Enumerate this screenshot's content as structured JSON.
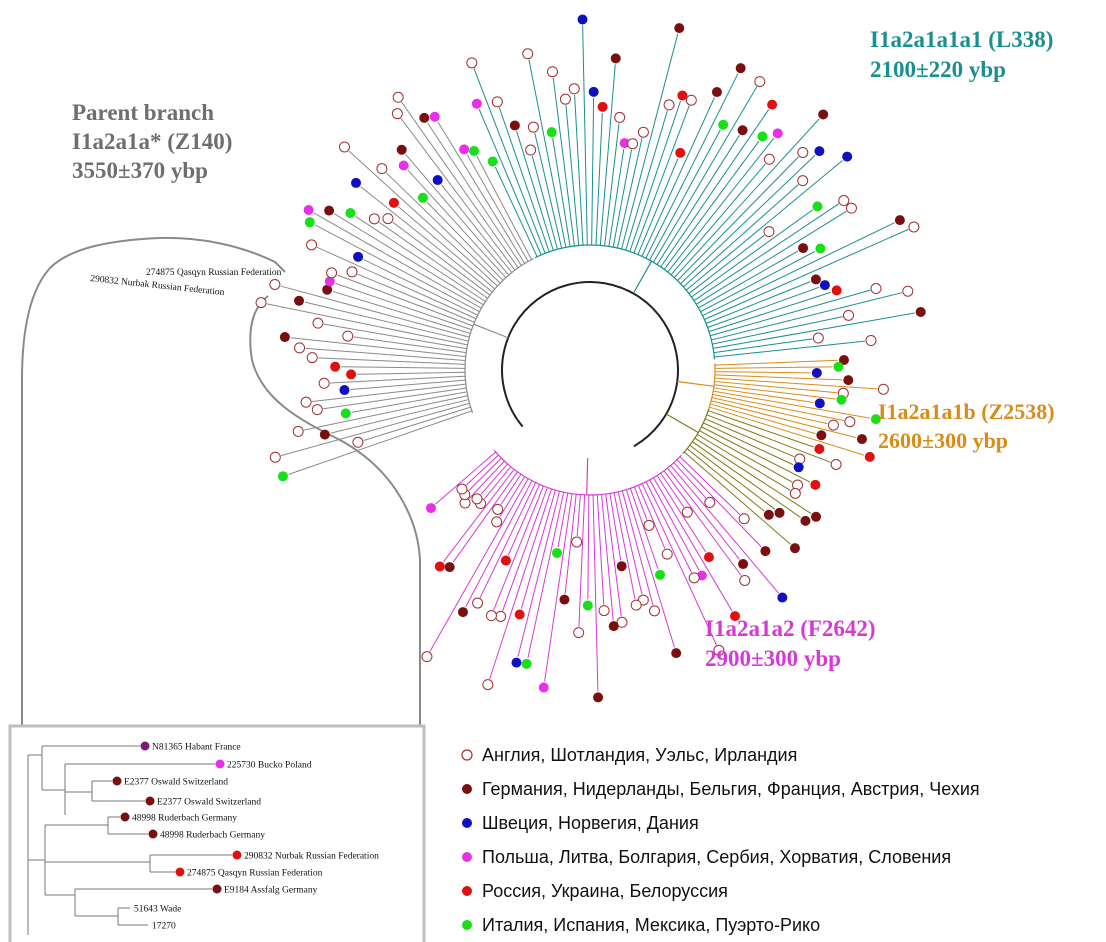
{
  "colors": {
    "teal": "#1a8f8f",
    "orange": "#d98c1a",
    "olive": "#7a7a14",
    "magenta": "#d63ad6",
    "grey": "#8a8a8a",
    "dark_grey": "#6e6e6e",
    "maroon": "#7a0f0f",
    "blue": "#1010c0",
    "pink": "#e830e8",
    "red": "#e01010",
    "green": "#18e018",
    "cyan": "#30e6f0",
    "purple": "#7a1a7a"
  },
  "clades": {
    "parent": {
      "line1": "Parent branch",
      "line2": "I1a2a1a* (Z140)",
      "line3": "3550±370 ybp"
    },
    "l338": {
      "line1": "I1a2a1a1a1 (L338)",
      "line2": "2100±220 ybp"
    },
    "z2538": {
      "line1": "I1a2a1a1b (Z2538)",
      "line2": "2600±300 ybp"
    },
    "f2642": {
      "line1": "I1a2a1a2 (F2642)",
      "line2": "2900±300 ybp"
    }
  },
  "tree_labels": {
    "qasqyn": "274875 Qasqyn Russian Federation",
    "nurbak": "290832 Nurbak Russian Federation"
  },
  "inset": {
    "leaves": [
      {
        "label": "N81365 Habant France",
        "dot": "purple"
      },
      {
        "label": "225730 Bucko Poland",
        "dot": "pink"
      },
      {
        "label": "E2377 Oswald Switzerland",
        "dot": "maroon"
      },
      {
        "label": "E2377 Oswald Switzerland",
        "dot": "maroon"
      },
      {
        "label": "48998 Ruderbach Germany",
        "dot": "maroon"
      },
      {
        "label": "48998 Ruderbach Germany",
        "dot": "maroon"
      },
      {
        "label": "290832 Nurbak Russian Federation",
        "dot": "red"
      },
      {
        "label": "274875 Qasqyn Russian Federation",
        "dot": "red"
      },
      {
        "label": "E9184 Assfalg Germany",
        "dot": "maroon"
      },
      {
        "label": "51643 Wade",
        "dot": "none"
      },
      {
        "label": "17270",
        "dot": "none"
      }
    ]
  },
  "legend": [
    {
      "marker": "open",
      "label": "Англия, Шотландия, Уэльс, Ирландия"
    },
    {
      "marker": "maroon",
      "label": "Германия, Нидерланды, Бельгия, Франция, Австрия, Чехия"
    },
    {
      "marker": "blue",
      "label": "Швеция, Норвегия, Дания"
    },
    {
      "marker": "pink",
      "label": "Польша, Литва, Болгария, Сербия, Хорватия, Словения"
    },
    {
      "marker": "red",
      "label": "Россия, Украина, Белоруссия"
    },
    {
      "marker": "green",
      "label": "Италия, Испания, Мексика, Пуэрто-Рико"
    }
  ]
}
